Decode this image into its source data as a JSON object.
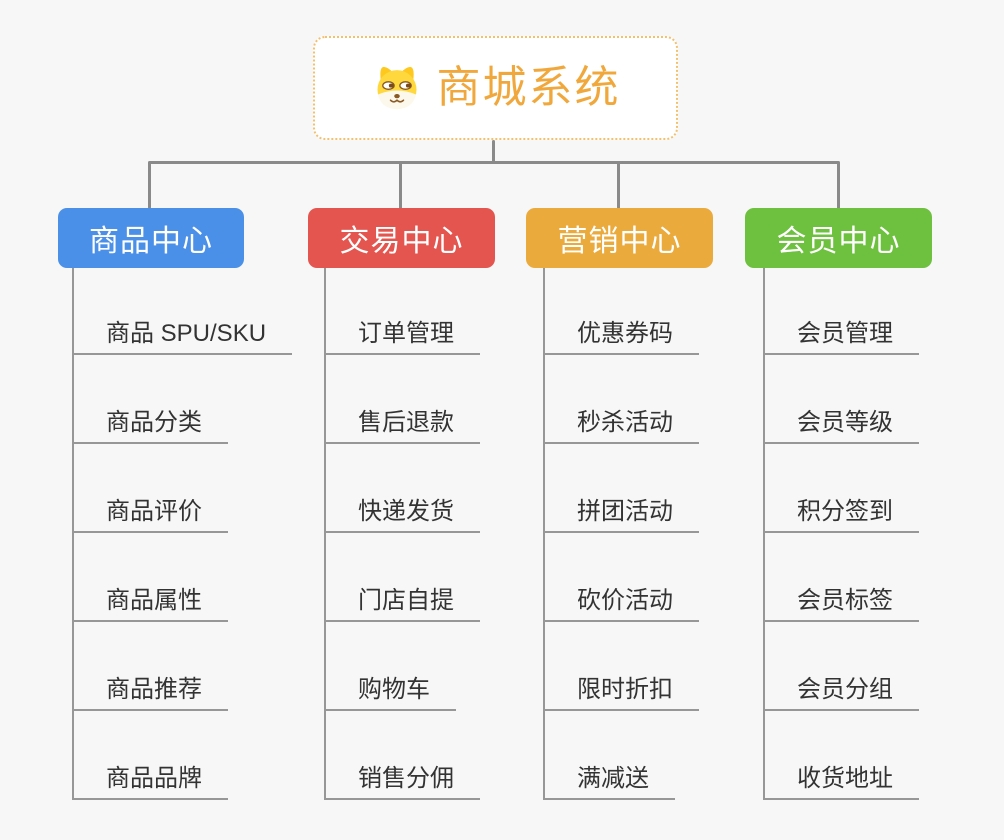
{
  "root": {
    "title": "商城系统",
    "icon": "shiba-dog-icon",
    "title_color": "#f0a83c",
    "border_color": "#f3c06e"
  },
  "branches": [
    {
      "label": "商品中心",
      "color": "#4a90e8",
      "items": [
        "商品 SPU/SKU",
        "商品分类",
        "商品评价",
        "商品属性",
        "商品推荐",
        "商品品牌"
      ]
    },
    {
      "label": "交易中心",
      "color": "#e4554f",
      "items": [
        "订单管理",
        "售后退款",
        "快递发货",
        "门店自提",
        "购物车",
        "销售分佣"
      ]
    },
    {
      "label": "营销中心",
      "color": "#ebaa3c",
      "items": [
        "优惠券码",
        "秒杀活动",
        "拼团活动",
        "砍价活动",
        "限时折扣",
        "满减送"
      ]
    },
    {
      "label": "会员中心",
      "color": "#6ec03f",
      "items": [
        "会员管理",
        "会员等级",
        "积分签到",
        "会员标签",
        "会员分组",
        "收货地址"
      ]
    }
  ],
  "colors": {
    "background": "#f7f7f7",
    "connector": "#8a8a8a",
    "leaf_line": "#979797",
    "leaf_text": "#333333"
  }
}
